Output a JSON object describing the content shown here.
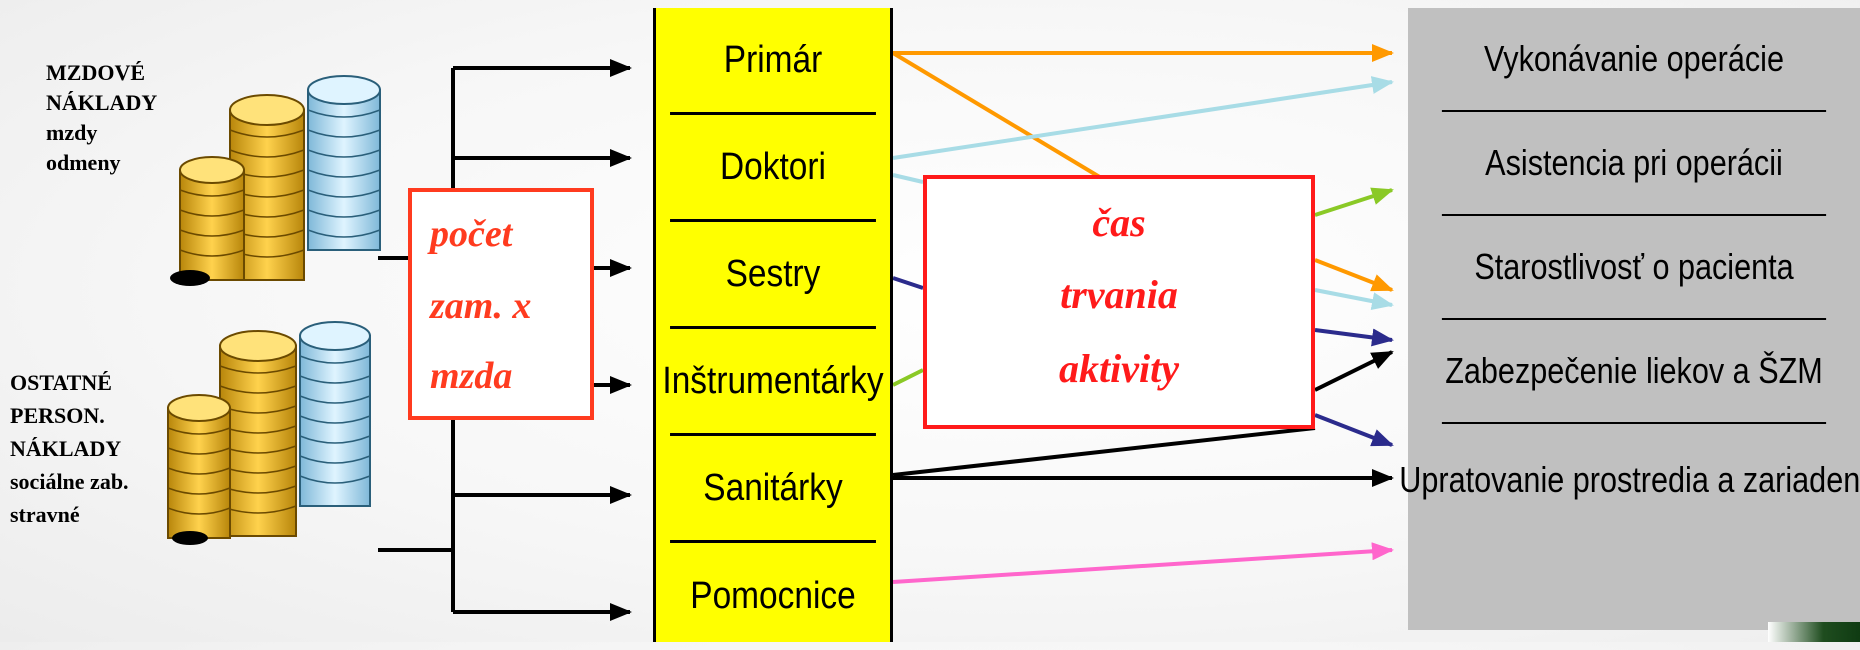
{
  "left_groups": [
    {
      "lines": [
        "MZDOVÉ",
        "NÁKLADY",
        "mzdy",
        "odmeny"
      ]
    },
    {
      "lines": [
        "OSTATNÉ",
        "PERSON.",
        "NÁKLADY",
        "sociálne zab.",
        "stravné"
      ]
    }
  ],
  "formula_box": {
    "lines": [
      "počet",
      "zam. x",
      "mzda"
    ]
  },
  "roles": [
    "Primár",
    "Doktori",
    "Sestry",
    "Inštrumentárky",
    "Sanitárky",
    "Pomocnice"
  ],
  "time_box": {
    "lines": [
      "čas",
      "trvania",
      "aktivity"
    ]
  },
  "activities": [
    "Vykonávanie operácie",
    "Asistencia pri operácii",
    "Starostlivosť o pacienta",
    "Zabezpečenie liekov a ŠZM",
    "Upratovanie prostredia a zariadení"
  ],
  "colors": {
    "roles_fill": "#ffff00",
    "activities_fill": "#c0c0c0",
    "formula_red": "#ff3b1f",
    "time_red": "#ff1a1a",
    "orange": "#ff9900",
    "light_blue": "#a8dce6",
    "navy": "#2b2b8c",
    "green": "#8ac926",
    "magenta": "#ff66cc",
    "black": "#000000"
  }
}
